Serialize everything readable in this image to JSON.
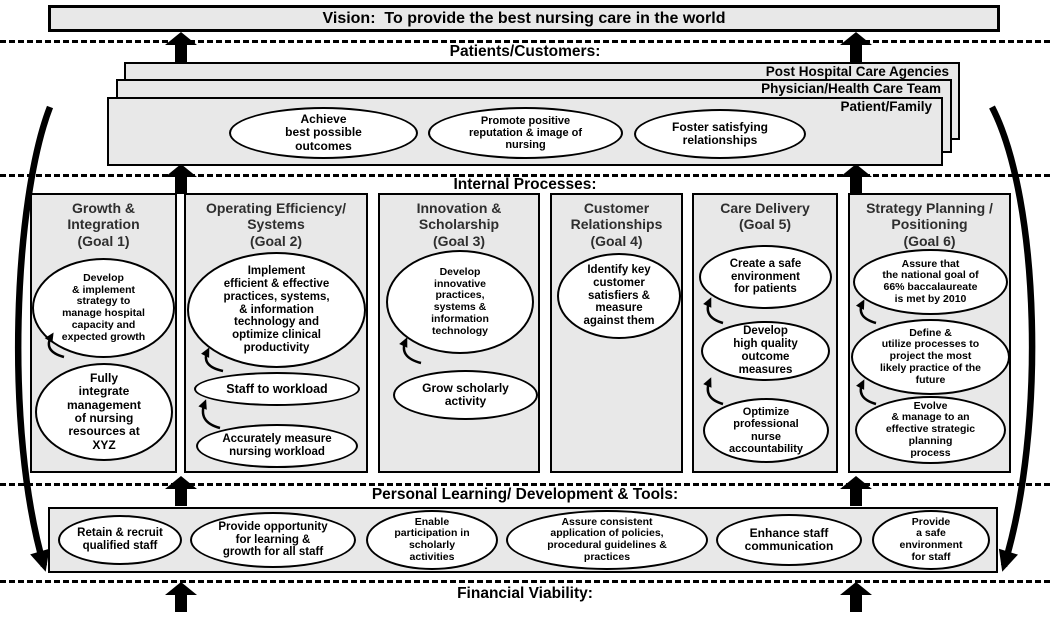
{
  "vision": {
    "label": "Vision:  To provide the best nursing care in the world"
  },
  "section_labels": {
    "patients_customers": "Patients/Customers:",
    "internal_processes": "Internal Processes:",
    "personal_learning": "Personal Learning/ Development & Tools:",
    "financial_viability": "Financial Viability:"
  },
  "customer_cards": [
    {
      "label": "Post Hospital Care Agencies"
    },
    {
      "label": "Physician/Health Care Team"
    },
    {
      "label": "Patient/Family"
    }
  ],
  "customer_ovals": [
    "Achieve\nbest possible\noutcomes",
    "Promote positive\nreputation & image of\nnursing",
    "Foster satisfying\nrelationships"
  ],
  "goals": [
    {
      "title": "Growth &\nIntegration\n(Goal 1)",
      "ovals": [
        "Develop\n& implement\nstrategy to\nmanage hospital\ncapacity and\nexpected growth",
        "Fully\nintegrate\nmanagement\nof nursing\nresources at\nXYZ"
      ]
    },
    {
      "title": "Operating Efficiency/\nSystems\n(Goal 2)",
      "ovals": [
        "Implement\nefficient & effective\npractices, systems,\n& information\ntechnology and\noptimize clinical\nproductivity",
        "Staff to workload",
        "Accurately measure\nnursing workload"
      ]
    },
    {
      "title": "Innovation &\nScholarship\n(Goal 3)",
      "ovals": [
        "Develop\ninnovative\npractices,\nsystems &\ninformation\ntechnology",
        "Grow scholarly\nactivity"
      ]
    },
    {
      "title": "Customer\nRelationships\n(Goal 4)",
      "ovals": [
        "Identify key\ncustomer\nsatisfiers &\nmeasure\nagainst them"
      ]
    },
    {
      "title": "Care Delivery\n(Goal 5)",
      "ovals": [
        "Create a safe\nenvironment\nfor patients",
        "Develop\nhigh quality\noutcome\nmeasures",
        "Optimize\nprofessional\nnurse\naccountability"
      ]
    },
    {
      "title": "Strategy Planning /\nPositioning\n(Goal 6)",
      "ovals": [
        "Assure that\nthe national goal of\n66% baccalaureate\nis met by 2010",
        "Define &\nutilize processes to\nproject the most\nlikely practice of the\nfuture",
        "Evolve\n& manage to an\neffective strategic\nplanning\nprocess"
      ]
    }
  ],
  "personal_ovals": [
    "Retain & recruit\nqualified staff",
    "Provide opportunity\nfor learning &\ngrowth for all staff",
    "Enable\nparticipation in\nscholarly\nactivities",
    "Assure consistent\napplication of policies,\nprocedural guidelines &\npractices",
    "Enhance staff\ncommunication",
    "Provide\na safe\nenvironment\nfor staff"
  ],
  "colors": {
    "box_fill": "#e8e8e8",
    "oval_fill": "#ffffff",
    "line": "#000000"
  }
}
